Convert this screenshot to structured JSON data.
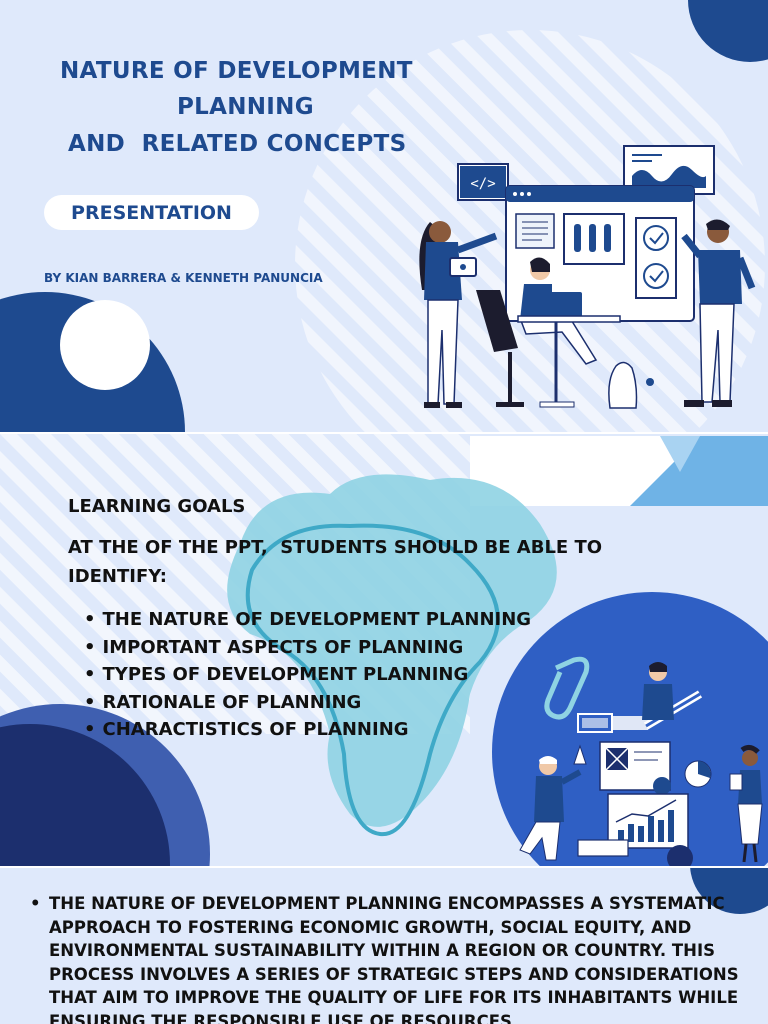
{
  "slide1": {
    "title_lines": [
      "NATURE OF DEVELOPMENT",
      "PLANNING",
      "AND  RELATED CONCEPTS"
    ],
    "pill_label": "PRESENTATION",
    "byline": "BY KIAN BARRERA & KENNETH PANUNCIA",
    "code_icon_text": "</>",
    "illustration": "team-working-on-dashboard"
  },
  "slide2": {
    "heading": "LEARNING GOALS",
    "intro_lines": [
      "AT THE OF THE PPT,  STUDENTS SHOULD BE ABLE TO",
      "IDENTIFY:"
    ],
    "goals": [
      "THE NATURE OF DEVELOPMENT PLANNING",
      "IMPORTANT ASPECTS OF PLANNING",
      "TYPES OF DEVELOPMENT PLANNING",
      "RATIONALE OF PLANNING",
      "CHARACTISTICS OF PLANNING"
    ],
    "illustration": "team-planning-charts"
  },
  "slide3": {
    "paragraph": "THE NATURE OF DEVELOPMENT PLANNING ENCOMPASSES A SYSTEMATIC APPROACH TO FOSTERING ECONOMIC GROWTH, SOCIAL EQUITY, AND ENVIRONMENTAL SUSTAINABILITY WITHIN A REGION OR COUNTRY. THIS PROCESS INVOLVES A SERIES OF STRATEGIC STEPS AND CONSIDERATIONS THAT AIM TO IMPROVE THE QUALITY OF LIFE FOR ITS INHABITANTS WHILE ENSURING THE RESPONSIBLE USE OF RESOURCES"
  },
  "colors": {
    "background": "#dfe9fb",
    "navy": "#1e4a8f",
    "dark_navy": "#1c2f6e",
    "teal": "#8fd3e3",
    "royal_blue": "#2f5fc4"
  }
}
